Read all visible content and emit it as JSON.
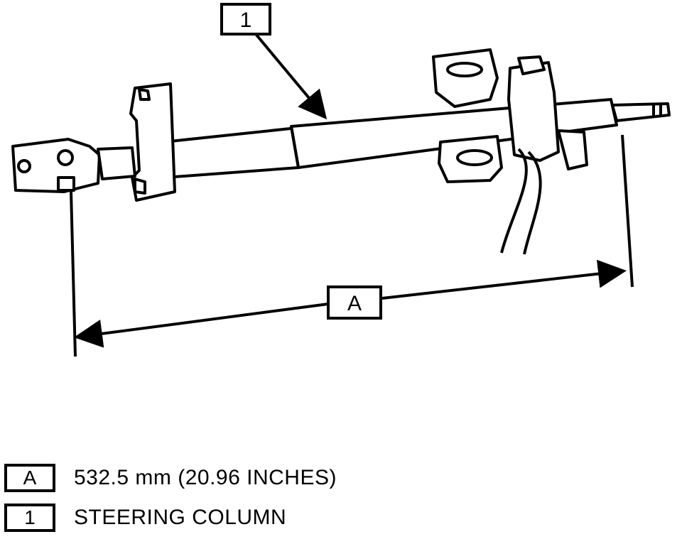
{
  "diagram": {
    "callout_part": "1",
    "callout_dimension": "A"
  },
  "legend": [
    {
      "key": "A",
      "text": "532.5 mm (20.96 INCHES)"
    },
    {
      "key": "1",
      "text": "STEERING COLUMN"
    }
  ]
}
